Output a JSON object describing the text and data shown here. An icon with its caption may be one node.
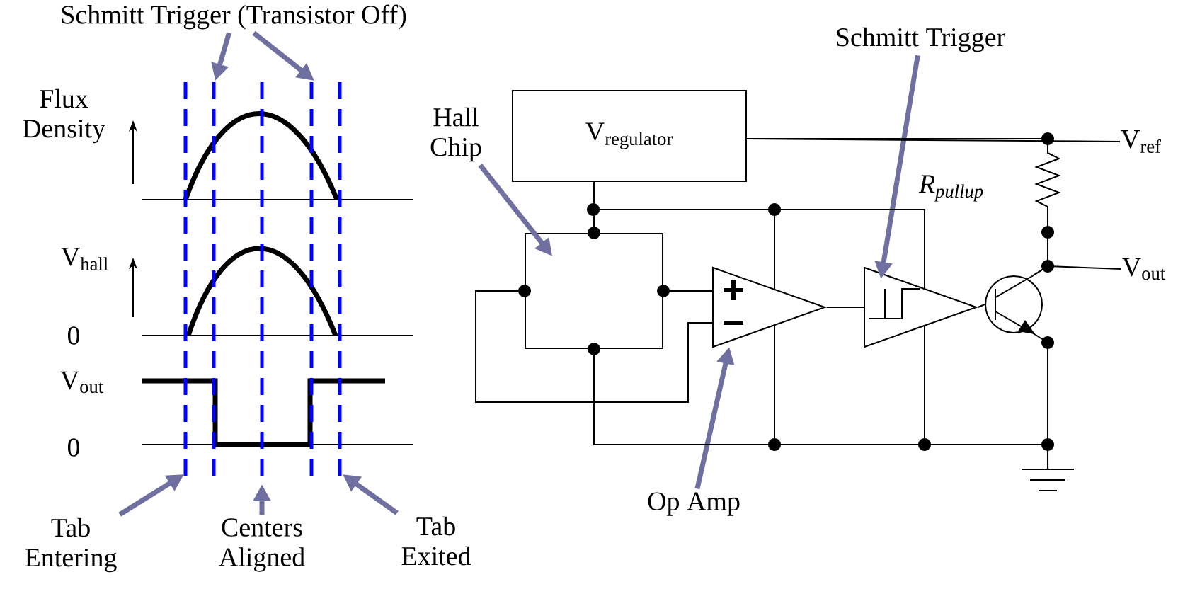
{
  "diagram": {
    "nodes": [
      {
        "text": [
          "Schmitt Trigger (Transistor Off)"
        ]
      },
      {
        "text": [
          "Tab Entering"
        ]
      },
      {
        "text": [
          "Centers Aligned"
        ]
      },
      {
        "text": [
          "Tab Exited"
        ]
      },
      {
        "text": [
          "Hall Chip"
        ]
      },
      {
        "text": [
          "\\mathrm{V}_{\\mathrm{regulator}}"
        ]
      },
      {
        "text": [],
        "shape": "box"
      },
      {
        "text": [],
        "shape": "triangle"
      },
      {
        "text": [
          "Op Amp"
        ]
      },
      {
        "text": [
          "Schmitt Trigger"
        ]
      },
      {
        "text": [],
        "shape": "triangle"
      },
      {
        "text": [],
        "shape": "circle"
      },
      {
        "text": [],
        "shape": "ground"
      },
      {
        "text": [
          "V$_{out}$"
        ]
      },
      {
        "text": [
          "V$_{ref}$"
        ]
      }
    ],
    "edges": [
      {
        "from": 0,
        "to": null,
        "arrow": "to",
        "style": "thick",
        "color": "#7070a0"
      },
      {
        "from": 0,
        "to": null,
        "arrow": "to",
        "style": "thick",
        "color": "#7070a0"
      },
      {
        "from": 1,
        "to": null,
        "arrow": "to",
        "style": "thick",
        "color": "#7070a0"
      },
      {
        "from": 2,
        "to": null,
        "arrow": "to",
        "style": "thick",
        "color": "#7070a0"
      },
      {
        "from": 3,
        "to": null,
        "arrow": "to",
        "style": "thick",
        "color": "#7070a0"
      },
      {
        "from": 4,
        "to": 6,
        "arrow": "to",
        "style": "thick",
        "color": "#7070a0"
      },
      {
        "from": 8,
        "to": 7,
        "arrow": "to",
        "style": "thick",
        "color": "#7070a0"
      },
      {
        "from": 9,
        "to": 10,
        "arrow": "to",
        "style": "thick",
        "color": "#7070a0"
      },
      {
        "from": 5,
        "to": 6,
        "arrow": "other"
      },
      {
        "from": 7,
        "to": 6,
        "arrow": "other"
      },
      {
        "from": 7,
        "to": 6,
        "arrow": "other"
      },
      {
        "from": 7,
        "to": 10,
        "arrow": "none"
      },
      {
        "from": 10,
        "to": 11,
        "arrow": "none"
      },
      {
        "from": 12,
        "to": 6,
        "arrow": "other"
      },
      {
        "from": 5,
        "to": 10,
        "arrow": "none"
      },
      {
        "from": 5,
        "to": 7,
        "arrow": "none"
      },
      {
        "from": 12,
        "to": 10,
        "arrow": "none"
      },
      {
        "from": 12,
        "to": 7,
        "arrow": "none"
      },
      {
        "from": 5,
        "to": 11,
        "arrow": "none"
      },
      {
        "from": 11,
        "to": 12,
        "arrow": "to"
      },
      {
        "from": 11,
        "to": 13,
        "arrow": "none"
      },
      {
        "from": 5,
        "to": 14,
        "arrow": "none"
      }
    ],
    "labels": [
      "Flux Density",
      "V$_{hall}$",
      "0",
      "V$_{out}$",
      "0",
      "R$_{pullup}$"
    ]
  }
}
